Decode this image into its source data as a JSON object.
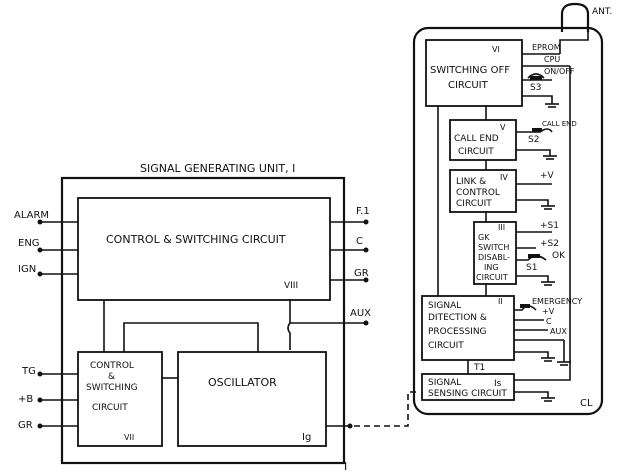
{
  "unit_title": "SIGNAL GENERATING UNIT, I",
  "unit_roman": "I",
  "control_switching_block": {
    "label": "CONTROL & SWITCHING CIRCUIT",
    "roman": "VIII"
  },
  "left_inputs": [
    "ALARM",
    "ENG",
    "IGN"
  ],
  "right_outputs": [
    "F.1",
    "C",
    "GR",
    "AUX"
  ],
  "small_control_block": {
    "line1": "CONTROL",
    "line2": "&",
    "line3": "SWITCHING",
    "line4": "CIRCUIT",
    "roman": "VII"
  },
  "lower_inputs": [
    "TG",
    "+B",
    "GR"
  ],
  "oscillator_block": {
    "label": "OSCILLATOR",
    "tag": "Ig"
  },
  "handset": {
    "antenna_label": "ANT.",
    "outer_label": "CL",
    "switching_off": {
      "line1": "SWITCHING OFF",
      "line2": "CIRCUIT",
      "roman": "VI",
      "switch": "S3"
    },
    "switching_off_terminals": [
      "EPROM",
      "CPU",
      "ON/OFF"
    ],
    "call_end": {
      "line1": "CALL END",
      "line2": "CIRCUIT",
      "roman": "V",
      "switch": "S2",
      "terminal": "CALL END"
    },
    "link_control": {
      "line1": "LINK &",
      "line2": "CONTROL",
      "line3": "CIRCUIT",
      "roman": "IV",
      "terminal": "+V"
    },
    "gk_switch": {
      "line1": "GK",
      "line2": "SWITCH",
      "line3": "DISABL-",
      "line4": "ING",
      "line5": "CIRCUIT",
      "roman": "III",
      "switch": "S1",
      "terminals": [
        "+S1",
        "+S2",
        "OK"
      ]
    },
    "signal_detection": {
      "line1": "SIGNAL",
      "line2": "DITECTION &",
      "line3": "PROCESSING",
      "line4": "CIRCUIT",
      "roman": "II",
      "tag": "T1"
    },
    "detection_terminals": [
      "EMERGENCY",
      "+V",
      "C",
      "AUX"
    ],
    "signal_sensing": {
      "line1": "SIGNAL",
      "line2": "SENSING CIRCUIT",
      "tag": "Is"
    }
  }
}
